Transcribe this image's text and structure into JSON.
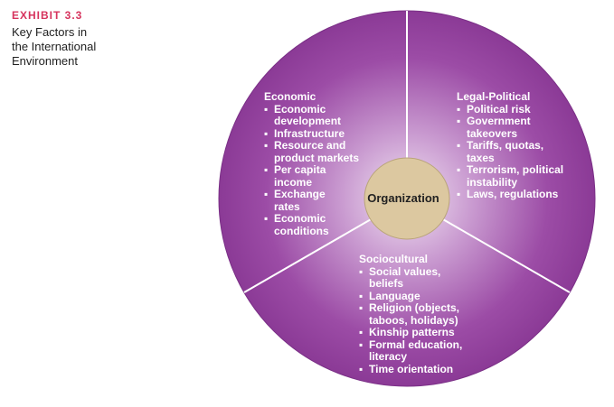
{
  "caption": {
    "exhibit": "EXHIBIT 3.3",
    "title_lines": [
      "Key Factors in",
      "the International",
      "Environment"
    ]
  },
  "center": {
    "label": "Organization"
  },
  "sections": {
    "economic": {
      "title": "Economic",
      "items": [
        [
          "Economic",
          "development"
        ],
        [
          "Infrastructure"
        ],
        [
          "Resource and",
          "product markets"
        ],
        [
          "Per capita",
          "income"
        ],
        [
          "Exchange",
          "rates"
        ],
        [
          "Economic",
          "conditions"
        ]
      ]
    },
    "legal": {
      "title": "Legal-Political",
      "items": [
        [
          "Political risk"
        ],
        [
          "Government",
          "takeovers"
        ],
        [
          "Tariffs, quotas,",
          "taxes"
        ],
        [
          "Terrorism, political",
          "instability"
        ],
        [
          "Laws, regulations"
        ]
      ]
    },
    "socio": {
      "title": "Sociocultural",
      "items": [
        [
          "Social values,",
          "beliefs"
        ],
        [
          "Language"
        ],
        [
          "Religion (objects,",
          "taboos, holidays)"
        ],
        [
          "Kinship patterns"
        ],
        [
          "Formal education,",
          "literacy"
        ],
        [
          "Time orientation"
        ]
      ]
    }
  },
  "colors": {
    "wheel_outer": "#8b3a96",
    "wheel_inner": "#e6d2ea",
    "center_fill": "#dcc8a0",
    "divider": "#ffffff",
    "exhibit": "#d6335d"
  }
}
